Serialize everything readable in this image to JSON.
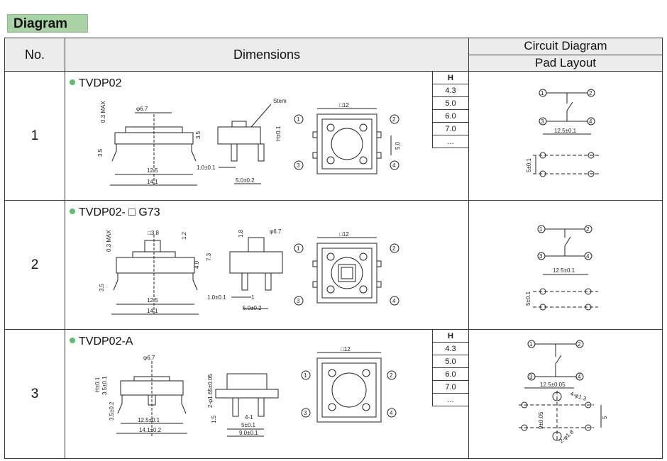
{
  "section_title": "Diagram",
  "headers": {
    "no": "No.",
    "dimensions": "Dimensions",
    "circuit": "Circuit Diagram",
    "pad": "Pad Layout"
  },
  "rows": [
    {
      "no": "1",
      "model": "TVDP02",
      "h_table": [
        "H",
        "4.3",
        "5.0",
        "6.0",
        "7.0",
        "..."
      ],
      "labels": {
        "phi": "φ6.7",
        "max": "0.3 MAX",
        "h35a": "3.5",
        "h35b": "3.5",
        "w125": "12.5",
        "w141": "14.1",
        "stem": "Stem",
        "hpm": "H±0.1",
        "p10": "1.0±0.1",
        "p50": "5.0±0.2",
        "sq": "□12",
        "s50": "5.0",
        "pin1": "1",
        "pin2": "2",
        "pin3": "3",
        "pin4": "4",
        "pad_w": "12.5±0.1",
        "pad_h": "5±0.1"
      }
    },
    {
      "no": "2",
      "model": "TVDP02- □ G73",
      "labels": {
        "max": "0.3 MAX",
        "sq38": "□3.8",
        "v12": "1.2",
        "v73": "7.3",
        "v40": "4.0",
        "h35": "3.5",
        "w125": "12.5",
        "w141": "14.1",
        "v18": "1.8",
        "phi": "φ6.7",
        "p10": "1.0±0.1",
        "one": "1",
        "p50": "5.0±0.2",
        "sq": "□12",
        "pin1": "1",
        "pin2": "2",
        "pin3": "3",
        "pin4": "4",
        "pad_w": "12.5±0.1",
        "pad_h": "5±0.1"
      }
    },
    {
      "no": "3",
      "model": "TVDP02-A",
      "h_table": [
        "H",
        "4.3",
        "5.0",
        "6.0",
        "7.0",
        "..."
      ],
      "labels": {
        "phi": "φ6.7",
        "hpm": "H±0.1",
        "v35": "3.5±0.1",
        "v352": "3.5±0.2",
        "w125": "12.5±0.1",
        "w141": "14.1±0.2",
        "dia": "2-φ1.65±0.05",
        "v15": "1.5",
        "p41": "4-1",
        "p51": "5±0.1",
        "p90": "9.0±0.1",
        "sq": "□12",
        "pin1": "1",
        "pin2": "2",
        "pin3": "3",
        "pin4": "4",
        "pad_w": "12.5±0.05",
        "pad_r": "4-φ1.3",
        "pad_h": "9±0.05",
        "pad_5": "5",
        "pad_18": "2-φ1.8"
      }
    }
  ]
}
